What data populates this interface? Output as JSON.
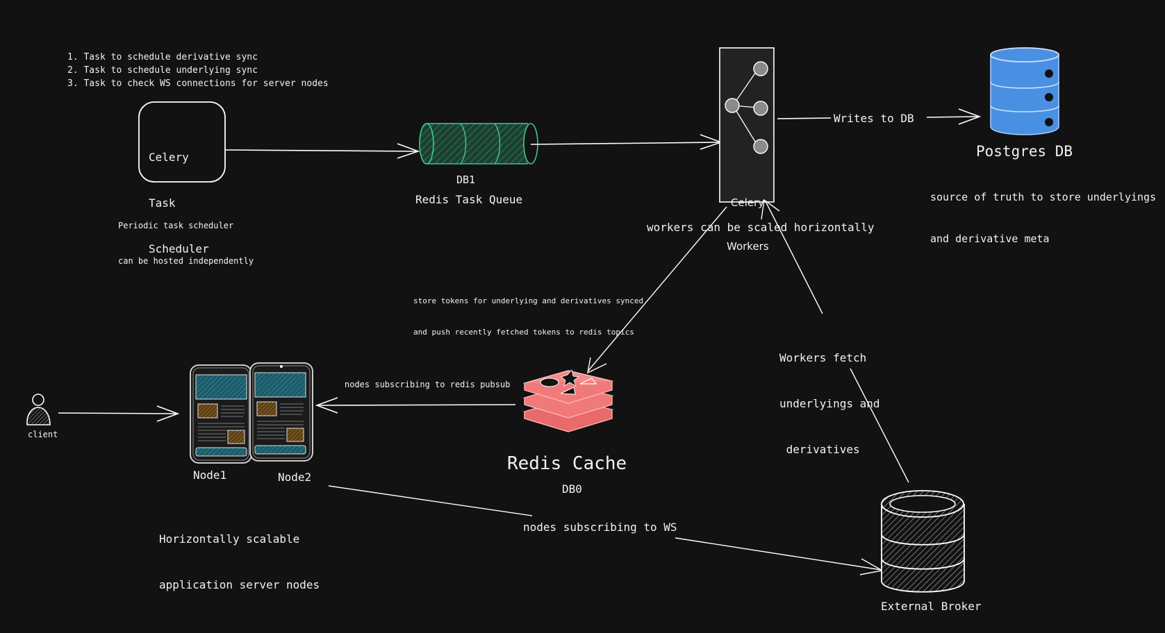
{
  "tasks": [
    "1. Task to schedule derivative sync",
    "2. Task to schedule underlying sync",
    "3. Task to check WS connections for server nodes"
  ],
  "scheduler": {
    "lines": [
      "Celery",
      "Task",
      "Scheduler"
    ],
    "note_lines": [
      "Periodic task scheduler",
      "can be hosted independently"
    ]
  },
  "queue": {
    "name": "DB1",
    "label": "Redis Task Queue"
  },
  "workers": {
    "lines": [
      "Celery",
      "Workers"
    ],
    "note": "workers can be scaled horizontally",
    "writes_label": "Writes to DB",
    "fetch_lines": [
      "Workers fetch",
      "underlyings and",
      " derivatives"
    ]
  },
  "postgres": {
    "name": "Postgres DB",
    "desc_lines": [
      "source of truth to store underlyings",
      "and derivative meta"
    ]
  },
  "cache": {
    "name": "Redis Cache",
    "db": "DB0",
    "store_note_lines": [
      "store tokens for underlying and derivatives synced",
      "and push recently fetched tokens to redis topics"
    ],
    "pubsub_label": "nodes subscribing to redis pubsub"
  },
  "nodes": {
    "node1": "Node1",
    "node2": "Node2",
    "desc_lines": [
      "Horizontally scalable",
      "application server nodes"
    ],
    "ws_label": "nodes subscribing to WS"
  },
  "client": {
    "label": "client"
  },
  "broker": {
    "label": "External Broker"
  },
  "colors": {
    "background": "#121212",
    "queue_stroke": "#3ec99a",
    "queue_fill": "#1f4d36",
    "postgres_fill": "#4a90e2",
    "postgres_stroke": "#a5c8ff",
    "redis_fill": "#f07a7a",
    "node_fill": "#2b8fa3",
    "node_img": "#b07a2a"
  }
}
